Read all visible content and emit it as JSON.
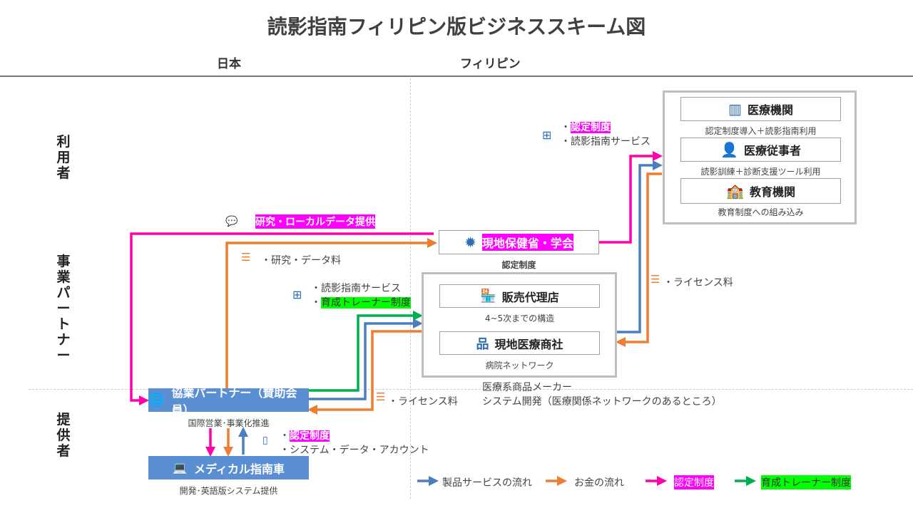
{
  "title": "読影指南フィリピン版ビジネススキーム図",
  "columns": {
    "japan": "日本",
    "philippines": "フィリピン"
  },
  "rows": {
    "users": "利用者",
    "partners": "事業パートナー",
    "providers": "提供者"
  },
  "users_group": {
    "medical_institution": {
      "label": "医療機関",
      "caption": "認定制度導入＋読影指南利用",
      "icon": "hospital-icon"
    },
    "medical_staff": {
      "label": "医療従事者",
      "caption": "読影訓練＋診断支援ツール利用",
      "icon": "doctor-icon"
    },
    "education": {
      "label": "教育機関",
      "caption": "教育制度への組み込み",
      "icon": "school-icon"
    }
  },
  "ministry": {
    "label": "現地保健省・学会",
    "caption": "認定制度",
    "icon": "badge-icon"
  },
  "partner_group": {
    "distributor": {
      "label": "販売代理店",
      "caption": "4~5次までの構造",
      "icon": "store-icon"
    },
    "trading": {
      "label": "現地医療商社",
      "caption": "病院ネットワーク",
      "icon": "network-icon"
    },
    "note1": "医療系商品メーカー",
    "note2": "システム開発（医療関係ネットワークのあるところ）"
  },
  "partner": {
    "label": "協業パートナー（賛助会員）",
    "caption": "国際営業･事業化推進",
    "icon": "globe-icon"
  },
  "provider": {
    "label": "メディカル指南車",
    "caption": "開発･英語版システム提供",
    "icon": "laptop-code-icon"
  },
  "annotations": {
    "users_flow": {
      "item1": "認定制度",
      "item2": "読影指南サービス",
      "bullet": "・"
    },
    "research_data": "研究・ローカルデータ提供",
    "research_fee": "・研究・データ料",
    "partner_flow": {
      "item1": "読影指南サービス",
      "item2": "育成トレーナー制度",
      "bullet": "・"
    },
    "license_fee_right": "・ライセンス料",
    "license_fee_left": "・ライセンス料",
    "provider_flow": {
      "item1": "認定制度",
      "item2": "システム・データ・アカウント",
      "bullet": "・"
    }
  },
  "legend": [
    {
      "label": "製品サービスの流れ",
      "color": "#4a7ebf"
    },
    {
      "label": "お金の流れ",
      "color": "#ed7d31"
    },
    {
      "label": "認定制度",
      "color": "#ff00aa"
    },
    {
      "label": "育成トレーナー制度",
      "color": "#00b050"
    }
  ],
  "colors": {
    "blue": "#4a7ebf",
    "orange": "#ed7d31",
    "pink": "#ff00aa",
    "green": "#00b050",
    "highlight_pink": "#ff00ff",
    "highlight_green": "#00ff00",
    "box_blue": "#5a8fd4"
  }
}
